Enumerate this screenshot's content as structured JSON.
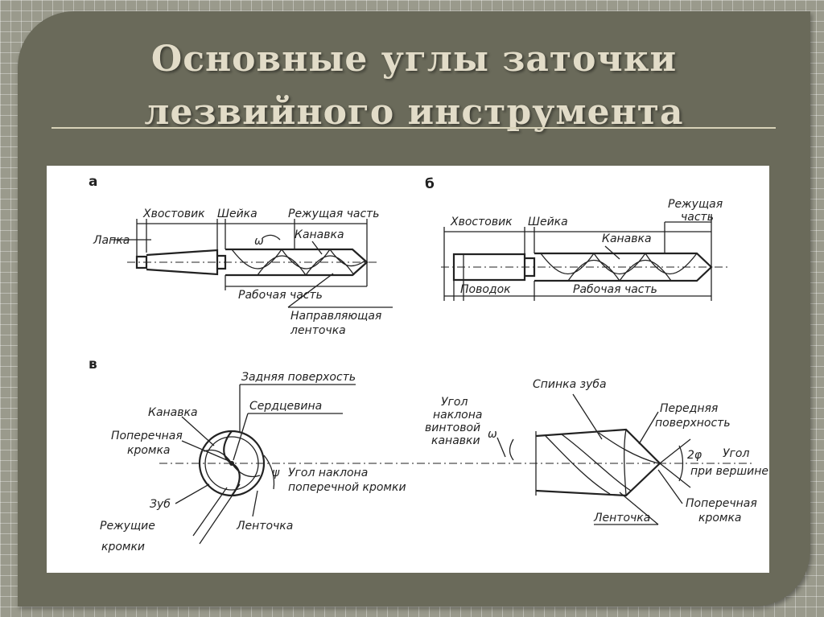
{
  "title": {
    "line1": "Основные углы заточки",
    "line2": "лезвийного инструмента"
  },
  "figure": {
    "panel_a": "а",
    "panel_b": "б",
    "panel_v": "в",
    "labels_a": {
      "lapka": "Лапка",
      "khvostovik": "Хвостовик",
      "sheika": "Шейка",
      "rezhushchaya_chast": "Режущая часть",
      "kanavka": "Канавка",
      "omega": "ω",
      "rabochaya_chast": "Рабочая часть",
      "napravlyayushchaya": "Направляющая",
      "lentochka": "ленточка"
    },
    "labels_b": {
      "khvostovik": "Хвостовик",
      "sheika": "Шейка",
      "kanavka": "Канавка",
      "rezhushchaya": "Режущая",
      "chast": "часть",
      "povodok": "Поводок",
      "rabochaya_chast": "Рабочая часть"
    },
    "labels_v_left": {
      "zadnyaya_poverkhnost": "Задняя поверхость",
      "serdtsevina": "Сердцевина",
      "kanavka": "Канавка",
      "poperechnaya": "Поперечная",
      "kromka": "кромка",
      "psi": "ψ",
      "ugol_naklona": "Угол наклона",
      "poperechnoy_kromki": "поперечной кромки",
      "zub": "Зуб",
      "rezhushchie": "Режущие",
      "kromki": "кромки",
      "lentochka": "Ленточка"
    },
    "labels_v_right": {
      "ugol": "Угол",
      "naklona": "наклона",
      "vintovoy": "винтовой",
      "kanavki": "канавки",
      "omega": "ω",
      "spinka_zuba": "Спинка зуба",
      "perednyaya": "Передняя",
      "poverkhnost": "поверхность",
      "two_phi": "2φ",
      "ugol2": "Угол",
      "pri_vershine": "при вершине",
      "poperechnaya": "Поперечная",
      "kromka": "кромка",
      "lentochka": "Ленточка"
    }
  }
}
